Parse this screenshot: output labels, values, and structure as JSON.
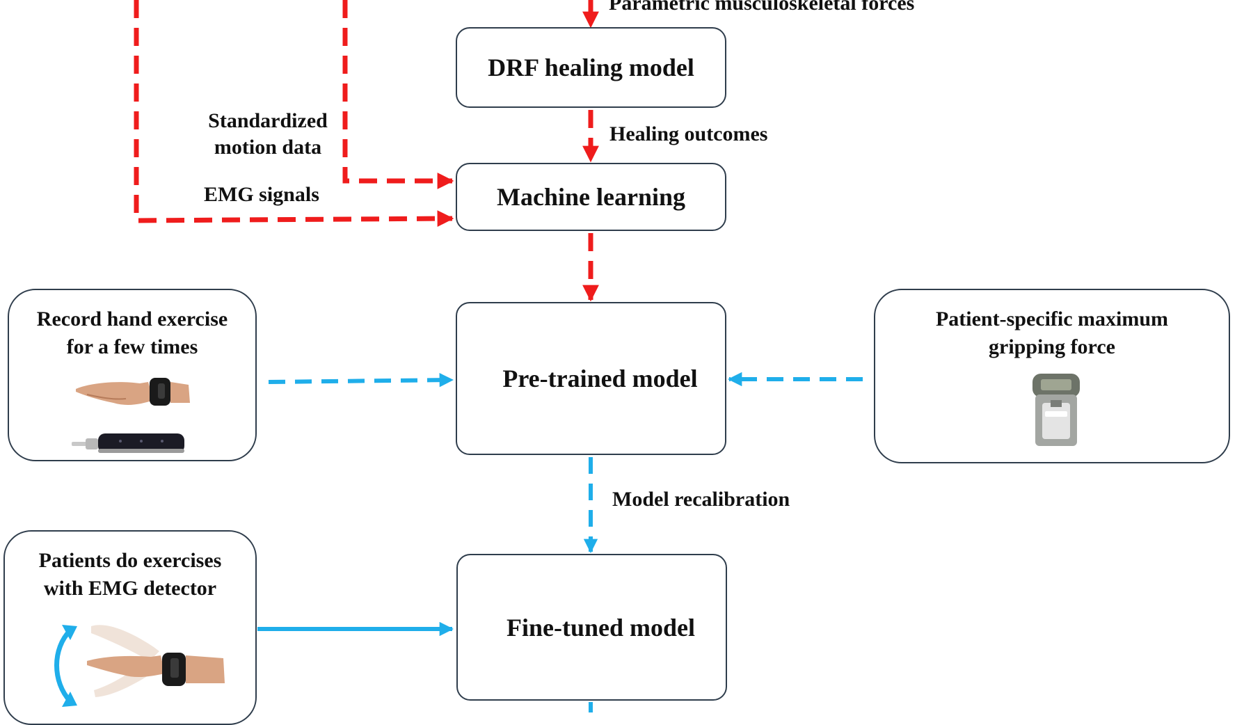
{
  "palette": {
    "red_arrow": "#ef1c1c",
    "blue_arrow": "#1faeea",
    "box_border": "#2f3d4c"
  },
  "edges": {
    "forces_label": "Parametric musculoskeletal forces",
    "healing_outcomes": "Healing outcomes",
    "standardized_line1": "Standardized",
    "standardized_line2": "motion data",
    "emg_signals": "EMG signals",
    "model_recalibration": "Model recalibration"
  },
  "nodes": {
    "drf_healing_model": "DRF healing model",
    "machine_learning": "Machine learning",
    "pretrained_model": "Pre-trained model",
    "finetuned_model": "Fine-tuned model",
    "record_exercise": {
      "line1": "Record  hand  exercise",
      "line2": "for a few times",
      "icons": [
        "hand-with-wristband-icon",
        "leap-motion-sensor-icon"
      ]
    },
    "gripping_force": {
      "line1": "Patient-specific maximum",
      "line2": "gripping force",
      "icons": [
        "hand-dynamometer-icon"
      ]
    },
    "patients_exercise": {
      "line1": "Patients do exercises",
      "line2": "with EMG detector",
      "icons": [
        "curved-double-arrow-icon",
        "waving-hand-with-emg-band-icon"
      ]
    }
  }
}
